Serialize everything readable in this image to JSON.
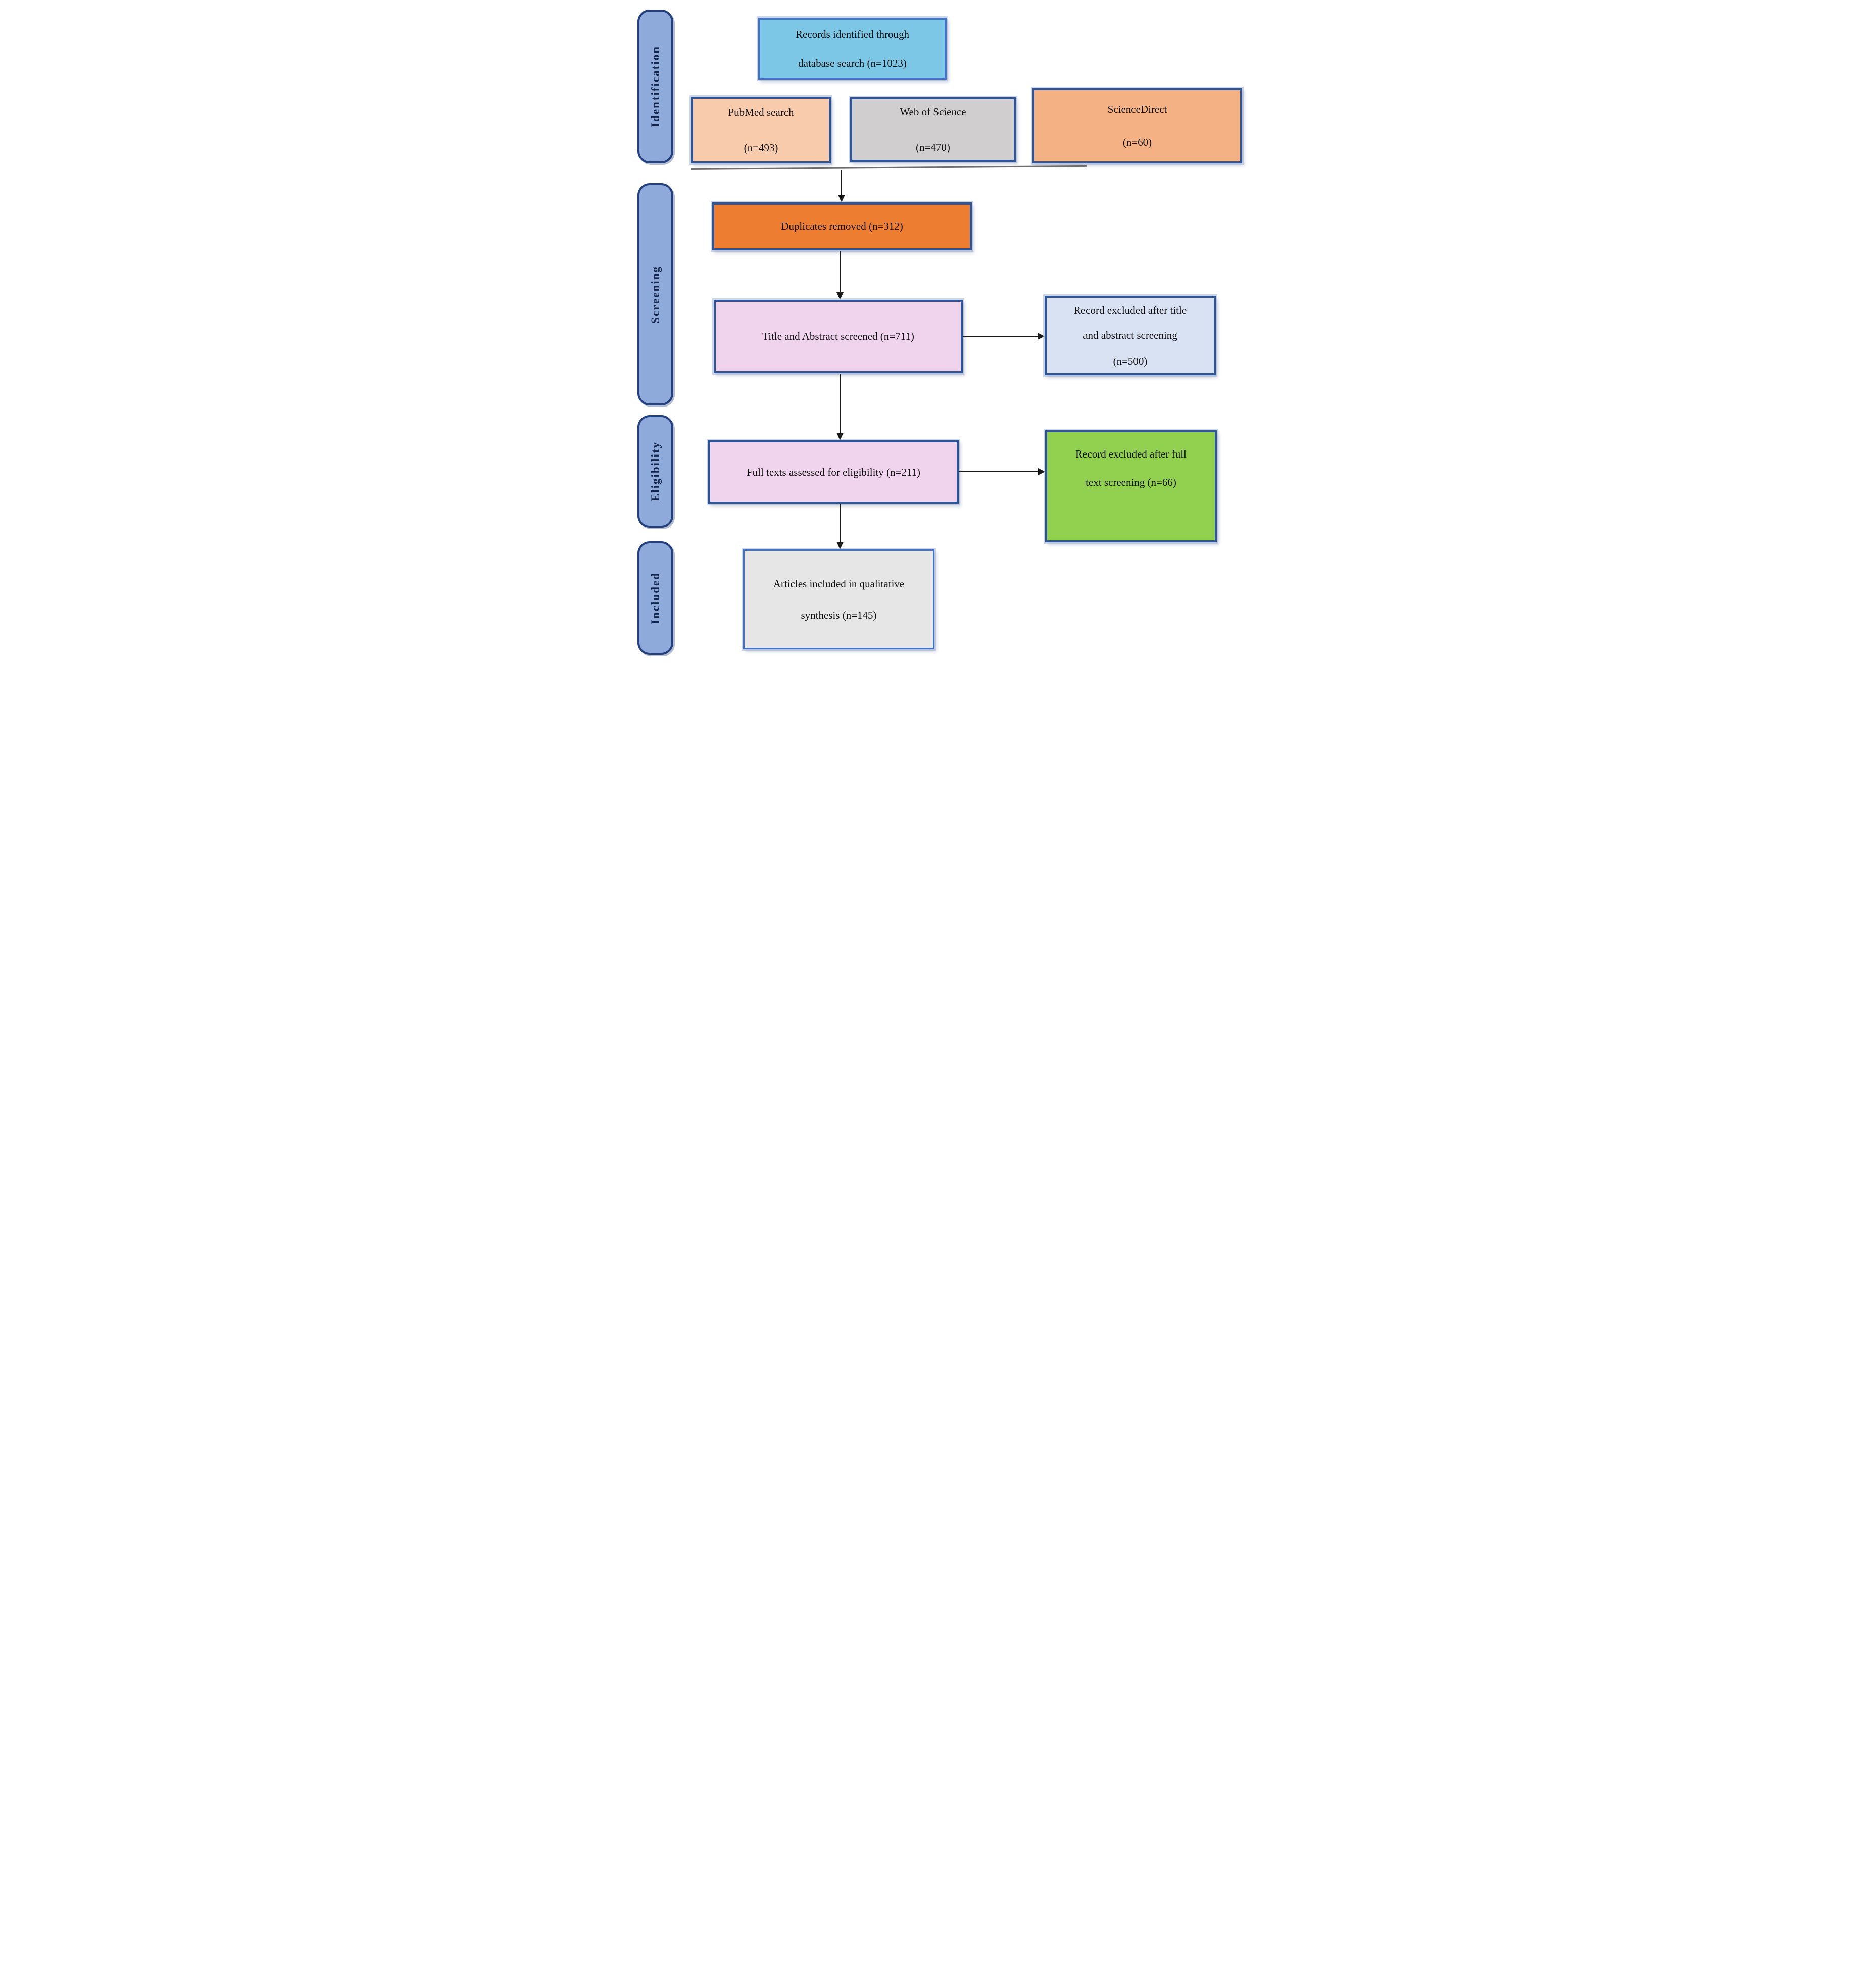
{
  "sidebar": {
    "fill": "#8eaadb",
    "border": "#24417e",
    "text_color": "#14244a",
    "items": [
      {
        "label": "Identification"
      },
      {
        "label": "Screening"
      },
      {
        "label": "Eligibility"
      },
      {
        "label": "Included"
      }
    ]
  },
  "boxes": {
    "records": {
      "lines": [
        "Records identified through",
        "database search (n=1023)"
      ],
      "fill": "#7cc7e6",
      "border": "#4472c4"
    },
    "pubmed": {
      "lines": [
        "PubMed search",
        "(n=493)"
      ],
      "fill": "#f8cbad",
      "border": "#2f5597"
    },
    "web_of_science": {
      "lines": [
        "Web of Science",
        "(n=470)"
      ],
      "fill": "#d0cece",
      "border": "#2f5597"
    },
    "sciencedirect": {
      "lines": [
        "ScienceDirect",
        "(n=60)"
      ],
      "fill": "#f4b183",
      "border": "#2f5597"
    },
    "duplicates": {
      "lines": [
        "Duplicates removed (n=312)"
      ],
      "fill": "#ed7d31",
      "border": "#2f5597"
    },
    "title_abstract": {
      "lines": [
        "Title and Abstract screened (n=711)"
      ],
      "fill": "#f0d4ee",
      "border": "#2f5597"
    },
    "excluded_title": {
      "lines": [
        "Record excluded after title",
        "and abstract screening",
        "(n=500)"
      ],
      "fill": "#d9e2f3",
      "border": "#2f5597"
    },
    "full_texts": {
      "lines": [
        "Full texts assessed for eligibility (n=211)"
      ],
      "fill": "#f0d4ee",
      "border": "#2f5597"
    },
    "excluded_full": {
      "lines": [
        "Record excluded after full",
        "text screening (n=66)"
      ],
      "fill": "#92d050",
      "border": "#2f5597"
    },
    "included_articles": {
      "lines": [
        "Articles included in qualitative",
        "synthesis (n=145)"
      ],
      "fill": "#e7e6e6",
      "border": "#4472c4"
    }
  },
  "connectors": {
    "color": "#1a1a1a",
    "rule_color": "#6e6e6e"
  }
}
